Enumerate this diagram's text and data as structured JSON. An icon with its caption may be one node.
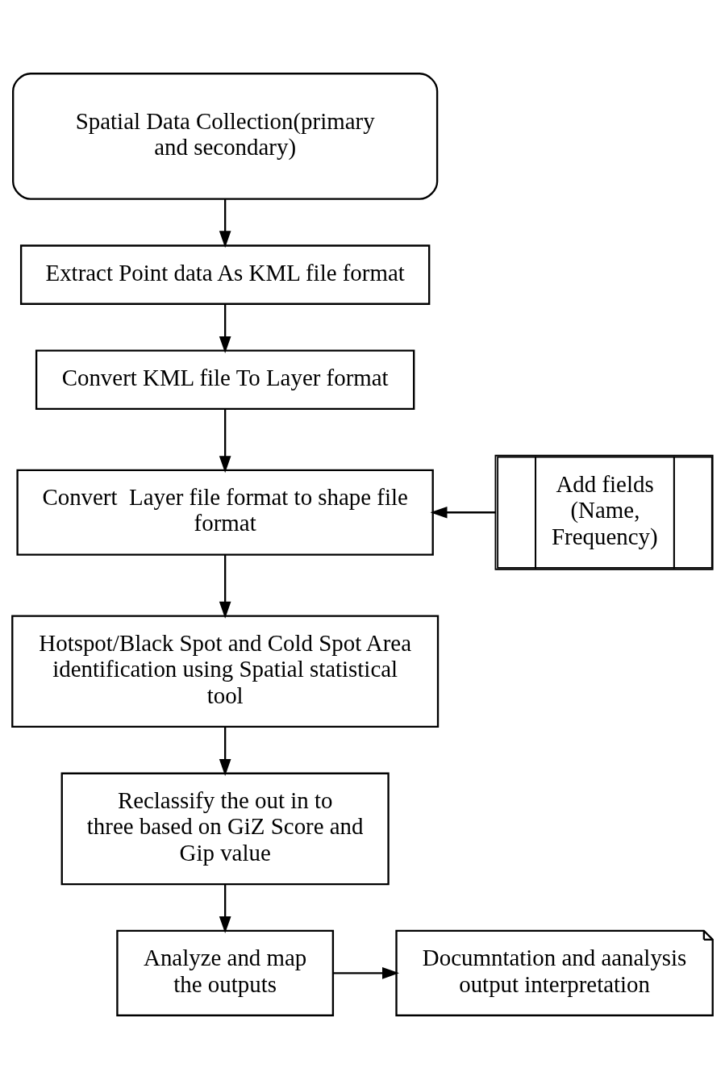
{
  "diagram": {
    "nodes": [
      {
        "text": [
          "Spatial Data Collection(primary and secondary)"
        ]
      },
      {
        "text": [
          "Extract Point data As KML file format"
        ]
      },
      {
        "text": [
          "Convert KML file To Layer format"
        ]
      },
      {
        "text": [
          "Convert  Layer file format to shape file format"
        ]
      },
      {
        "text": [
          "Add fields (Name, Frequency)"
        ]
      },
      {
        "text": [
          "Hotspot/Black Spot and Cold Spot Area identification using Spatial statistical tool"
        ]
      },
      {
        "text": [
          "Reclassify the out in to three based on GiZ Score and Gip value"
        ]
      },
      {
        "text": [
          "Analyze and map the outputs"
        ]
      },
      {
        "text": [
          "Documntation and aanalysis output interpretation"
        ]
      }
    ],
    "edges": [
      {
        "from": 0,
        "to": 1,
        "arrow": "to"
      },
      {
        "from": 1,
        "to": 2,
        "arrow": "to"
      },
      {
        "from": 2,
        "to": 3,
        "arrow": "to"
      },
      {
        "from": 4,
        "to": 3,
        "arrow": "to"
      },
      {
        "from": 3,
        "to": 5,
        "arrow": "to"
      },
      {
        "from": 5,
        "to": 6,
        "arrow": "to"
      },
      {
        "from": 6,
        "to": 7,
        "arrow": "to"
      },
      {
        "from": 7,
        "to": 8,
        "arrow": "to"
      }
    ]
  }
}
